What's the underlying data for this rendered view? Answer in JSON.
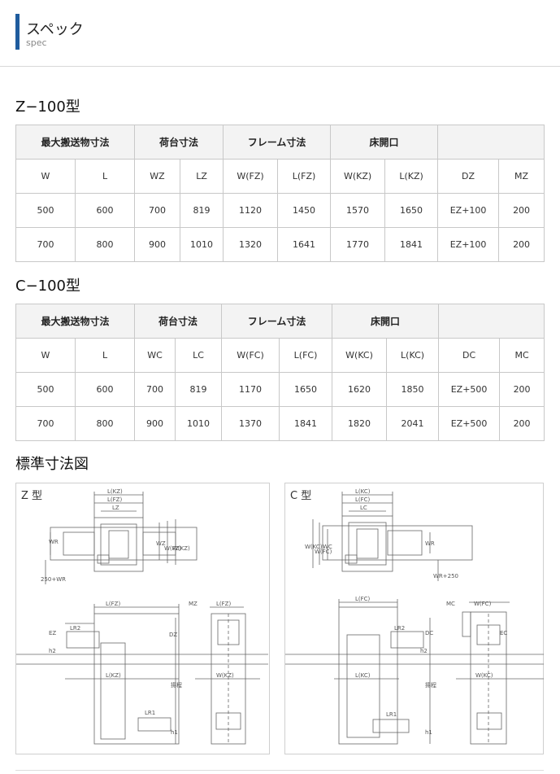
{
  "header": {
    "title": "スペック",
    "subtitle": "spec"
  },
  "z_table": {
    "title": "Z−100型",
    "groups": [
      "最大搬送物寸法",
      "荷台寸法",
      "フレーム寸法",
      "床開口",
      ""
    ],
    "columns": [
      "W",
      "L",
      "WZ",
      "LZ",
      "W(FZ)",
      "L(FZ)",
      "W(KZ)",
      "L(KZ)",
      "DZ",
      "MZ"
    ],
    "rows": [
      [
        "500",
        "600",
        "700",
        "819",
        "1120",
        "1450",
        "1570",
        "1650",
        "EZ+100",
        "200"
      ],
      [
        "700",
        "800",
        "900",
        "1010",
        "1320",
        "1641",
        "1770",
        "1841",
        "EZ+100",
        "200"
      ]
    ]
  },
  "c_table": {
    "title": "C−100型",
    "groups": [
      "最大搬送物寸法",
      "荷台寸法",
      "フレーム寸法",
      "床開口",
      ""
    ],
    "columns": [
      "W",
      "L",
      "WC",
      "LC",
      "W(FC)",
      "L(FC)",
      "W(KC)",
      "L(KC)",
      "DC",
      "MC"
    ],
    "rows": [
      [
        "500",
        "600",
        "700",
        "819",
        "1170",
        "1650",
        "1620",
        "1850",
        "EZ+500",
        "200"
      ],
      [
        "700",
        "800",
        "900",
        "1010",
        "1370",
        "1841",
        "1820",
        "2041",
        "EZ+500",
        "200"
      ]
    ]
  },
  "drawings": {
    "title": "標準寸法図",
    "z": {
      "label": "Z 型",
      "dims": [
        "L(KZ)",
        "L(FZ)",
        "LZ",
        "WR",
        "WZ",
        "W(FZ)",
        "W(KZ)",
        "250+WR",
        "L(FZ)",
        "MZ",
        "L(FZ)",
        "EZ",
        "LR2",
        "h2",
        "DZ",
        "L(KZ)",
        "W(KZ)",
        "揚程",
        "LR1",
        "h1"
      ]
    },
    "c": {
      "label": "C 型",
      "dims": [
        "L(KC)",
        "L(FC)",
        "LC",
        "W(KC)",
        "W(FC)",
        "WC",
        "WR",
        "WR+250",
        "L(FC)",
        "MC",
        "W(FC)",
        "EC",
        "LR2",
        "h2",
        "DC",
        "L(KC)",
        "W(KC)",
        "揚程",
        "LR1",
        "h1"
      ]
    }
  }
}
